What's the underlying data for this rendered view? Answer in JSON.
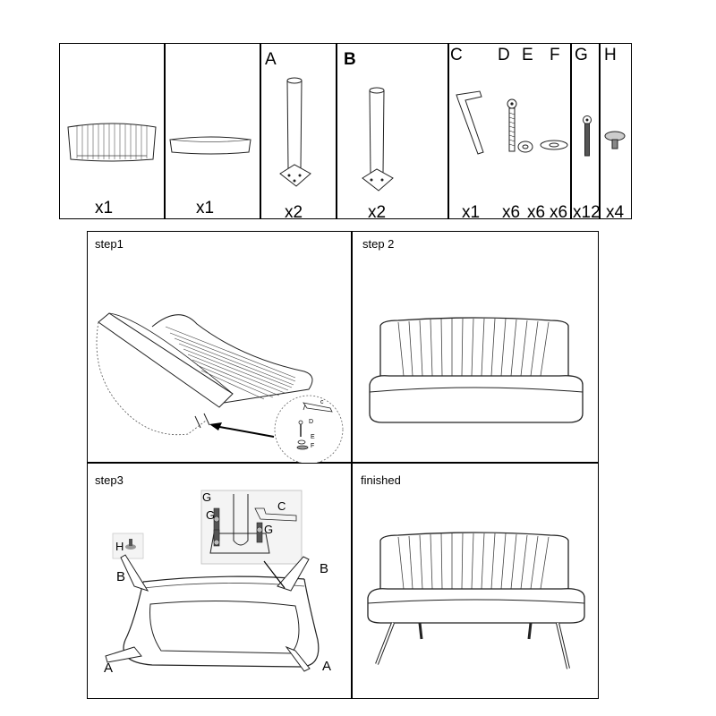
{
  "parts": [
    {
      "letter": "",
      "qty": "x1"
    },
    {
      "letter": "",
      "qty": "x1"
    },
    {
      "letter": "A",
      "qty": "x2"
    },
    {
      "letter": "B",
      "qty": "x2"
    },
    {
      "letter": "C",
      "qty": "x1"
    },
    {
      "letter": "D",
      "qty": "x6"
    },
    {
      "letter": "E",
      "qty": "x6"
    },
    {
      "letter": "F",
      "qty": "x6"
    },
    {
      "letter": "G",
      "qty": "x12"
    },
    {
      "letter": "H",
      "qty": "x4"
    }
  ],
  "steps": {
    "step1": "step1",
    "step2": "step 2",
    "step3": "step3",
    "finished": "finished"
  },
  "step1_inset": {
    "c": "c",
    "d": "D",
    "e": "E",
    "f": "F"
  },
  "step3_labels": {
    "g1": "G",
    "g2": "G",
    "g3": "G",
    "c": "C",
    "h": "H",
    "b_left": "B",
    "b_right": "B",
    "a_left": "A",
    "a_right": "A"
  }
}
